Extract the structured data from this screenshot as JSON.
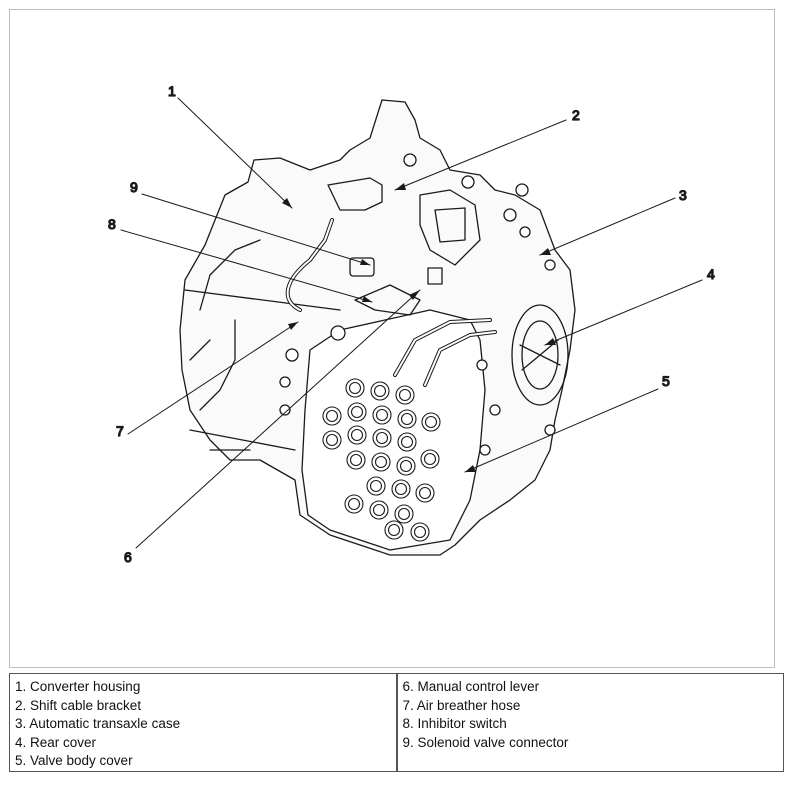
{
  "diagram": {
    "callouts": [
      "1",
      "2",
      "3",
      "4",
      "5",
      "6",
      "7",
      "8",
      "9"
    ]
  },
  "legend": {
    "left": [
      "1. Converter housing",
      "2. Shift cable bracket",
      "3. Automatic transaxle case",
      "4. Rear cover",
      "5. Valve body cover"
    ],
    "right": [
      "6. Manual control lever",
      "7. Air breather hose",
      "8. Inhibitor switch",
      "9. Solenoid valve connector"
    ]
  },
  "colors": {
    "line": "#1a1a1a",
    "frame": "#bdbdbd"
  }
}
